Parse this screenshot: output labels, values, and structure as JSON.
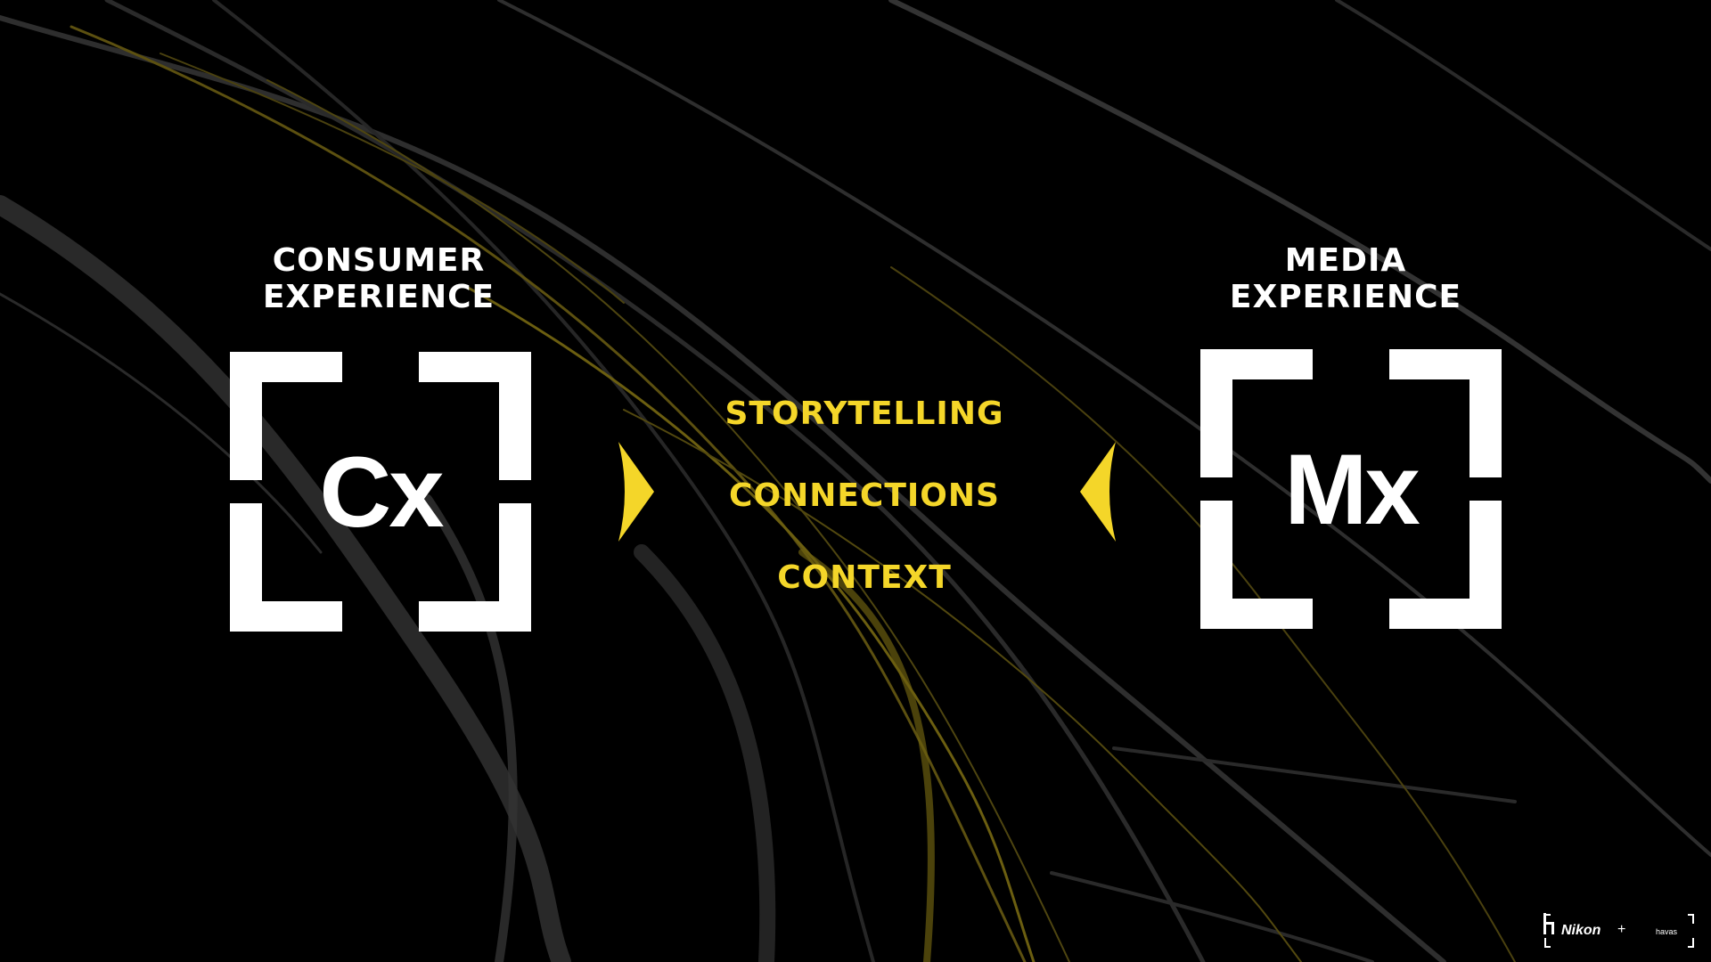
{
  "colors": {
    "background": "#000000",
    "text": "#ffffff",
    "accent": "#f4d629",
    "line_grey": "#5a5a5a",
    "line_yellow": "#6b5e10"
  },
  "left": {
    "heading_line1": "CONSUMER",
    "heading_line2": "EXPERIENCE",
    "box_label": "Cx"
  },
  "right": {
    "heading_line1": "MEDIA",
    "heading_line2": "EXPERIENCE",
    "box_label": "Mx"
  },
  "center": {
    "pillars": [
      "STORYTELLING",
      "CONNECTIONS",
      "CONTEXT"
    ]
  },
  "logos": {
    "nikon": "Nikon",
    "plus": "+",
    "havas": "havas"
  },
  "icons": {
    "left_arrow": "triangle-right-icon",
    "right_arrow": "triangle-left-icon"
  }
}
